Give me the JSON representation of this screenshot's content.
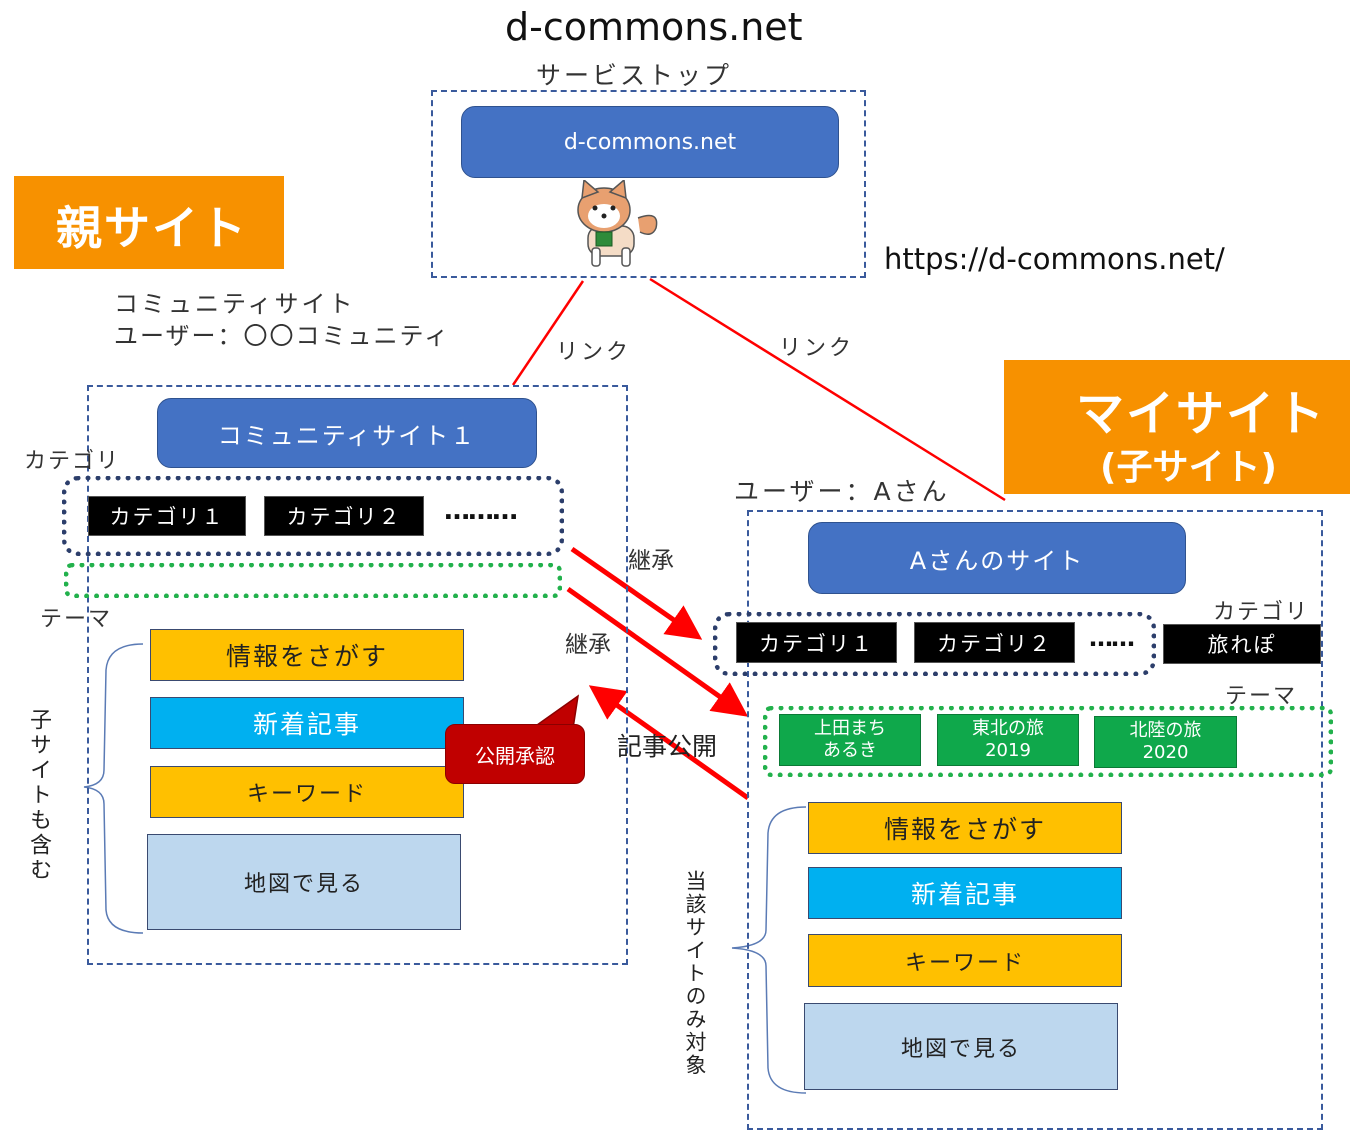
{
  "header": {
    "title": "d-commons.net",
    "service_top_label": "サービストップ",
    "top_box_label": "d-commons.net",
    "url": "https://d-commons.net/"
  },
  "parent": {
    "badge": "親サイト",
    "desc_line1": "コミュニティサイト",
    "desc_line2": "ユーザー：〇〇コミュニティ",
    "site_name": "コミュニティサイト１",
    "category_label": "カテゴリ",
    "categories": [
      "カテゴリ１",
      "カテゴリ２"
    ],
    "more": "………",
    "theme_label": "テーマ",
    "menu": [
      "情報をさがす",
      "新着記事",
      "キーワード",
      "地図で見る"
    ],
    "side_note": "子サイトも含む",
    "approval": "公開承認"
  },
  "links": {
    "left": "リンク",
    "right": "リンク",
    "inherit_1": "継承",
    "inherit_2": "継承",
    "publish": "記事公開"
  },
  "child": {
    "badge_line1": "マイサイト",
    "badge_line2": "(子サイト)",
    "user": "ユーザー：Aさん",
    "site_name": "Aさんのサイト",
    "category_label": "カテゴリ",
    "categories": [
      "カテゴリ１",
      "カテゴリ２"
    ],
    "more": "……",
    "extra_category": "旅れぽ",
    "theme_label": "テーマ",
    "themes": [
      {
        "line1": "上田まち",
        "line2": "あるき"
      },
      {
        "line1": "東北の旅",
        "line2": "2019"
      },
      {
        "line1": "北陸の旅",
        "line2": "2020"
      }
    ],
    "menu": [
      "情報をさがす",
      "新着記事",
      "キーワード",
      "地図で見る"
    ],
    "side_note": "当該サイトのみ対象"
  },
  "colors": {
    "blue_pill": "#4472c4",
    "orange_badge": "#f79100",
    "red_line": "#ff0000",
    "green_theme": "#0fa84b",
    "yellow_menu": "#ffc000",
    "cyan_menu": "#00b0f0",
    "light_menu": "#bdd7ee"
  }
}
